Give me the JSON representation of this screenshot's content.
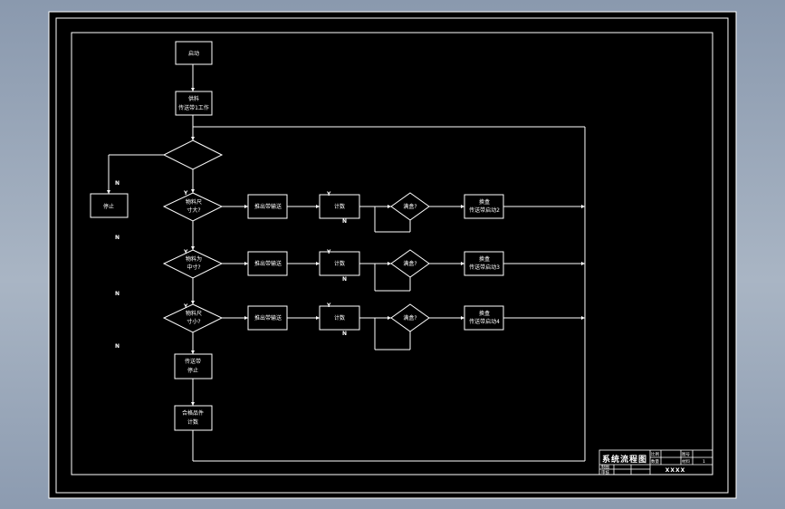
{
  "diagram": {
    "nodes": {
      "start": "启动",
      "feed": [
        "供料",
        "传送带1工作"
      ],
      "unlabeled_decision": "",
      "stop": "停止",
      "check1": [
        "物料尺",
        "寸大?"
      ],
      "check2": [
        "物料为",
        "中寸?"
      ],
      "check3": [
        "物料尺",
        "寸小?"
      ],
      "push1": "推出带输送",
      "push2": "推出带输送",
      "push3": "推出带输送",
      "count1": "计数",
      "count2": "计数",
      "count3": "计数",
      "full1": "满盒?",
      "full2": "满盒?",
      "full3": "满盒?",
      "pack1": [
        "换盒",
        "传送带启动2"
      ],
      "pack2": [
        "换盒",
        "传送带启动3"
      ],
      "pack3": [
        "换盒",
        "传送带启动4"
      ],
      "belt_stop": [
        "传送带",
        "停止"
      ],
      "total": [
        "合格品件",
        "计数"
      ]
    },
    "edge_labels": {
      "yes": "Y",
      "no": "N"
    }
  },
  "title_block": {
    "title": "系统流程图",
    "cells": [
      "比例",
      "图号",
      "数量",
      "材料",
      "制图",
      "审核",
      "1"
    ],
    "drawing_code": "XXXX"
  }
}
